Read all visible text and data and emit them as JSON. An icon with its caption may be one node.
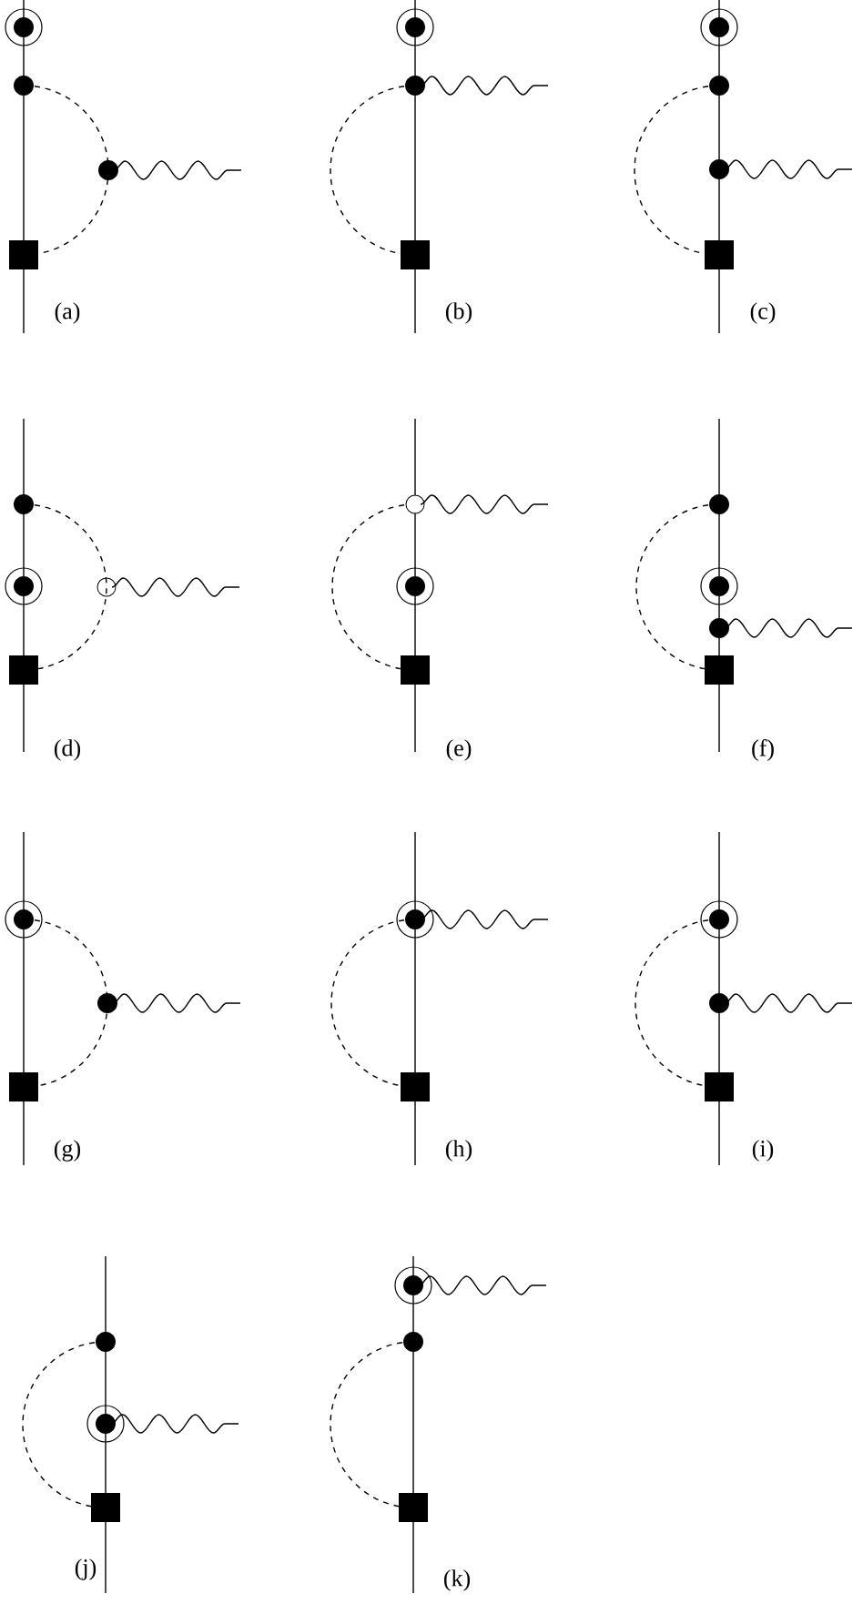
{
  "diagram": {
    "labels": [
      "(a)",
      "(b)",
      "(c)",
      "(d)",
      "(e)",
      "(f)",
      "(g)",
      "(h)",
      "(i)",
      "(j)",
      "(k)"
    ]
  }
}
